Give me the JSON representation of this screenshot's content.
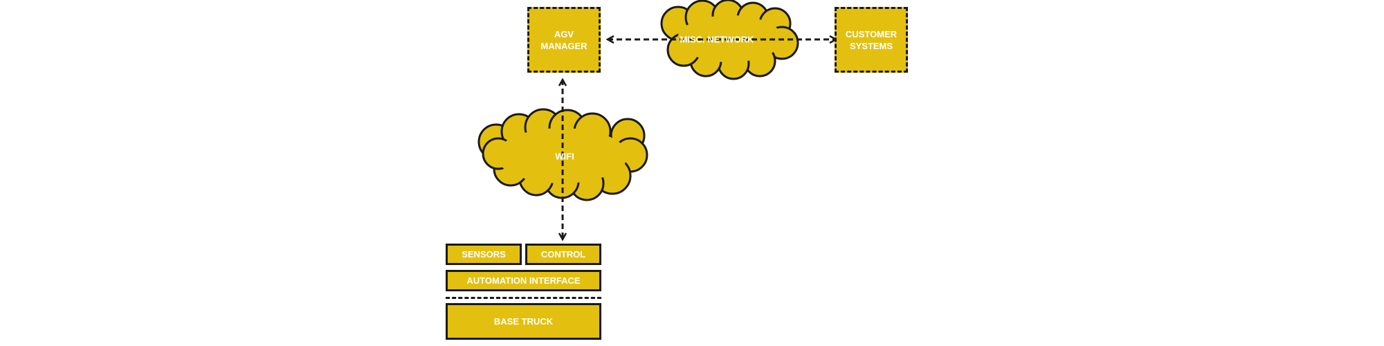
{
  "diagram": {
    "nodes": {
      "agv_manager": "AGV\nMANAGER",
      "misc_network": "MISC. NETWORK",
      "customer_systems": "CUSTOMER\nSYSTEMS",
      "wifi": "WIFI",
      "sensors": "SENSORS",
      "control": "CONTROL",
      "automation_interface": "AUTOMATION INTERFACE",
      "base_truck": "BASE TRUCK"
    },
    "colors": {
      "fill": "#e3c010",
      "stroke": "#1a1a1a",
      "text": "#ffffff"
    }
  }
}
